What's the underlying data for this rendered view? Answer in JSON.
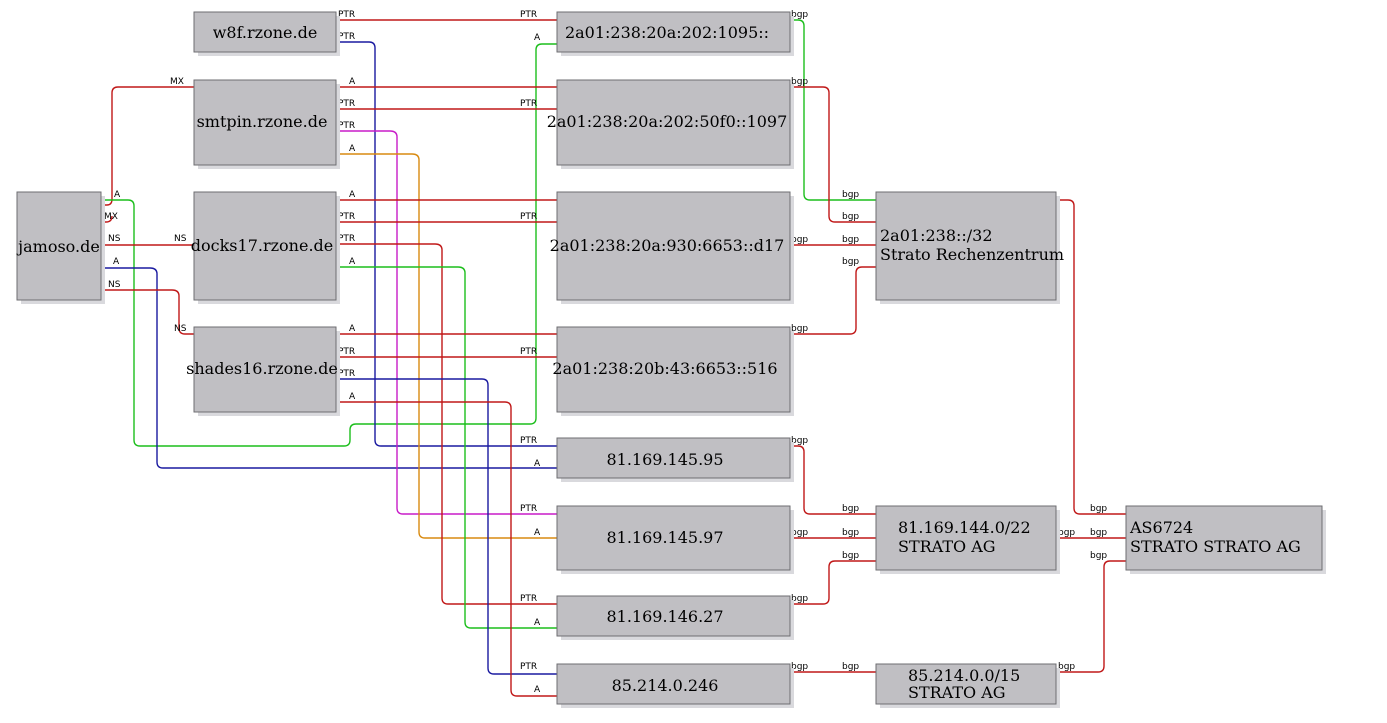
{
  "nodes": {
    "jamoso": "jamoso.de",
    "w8f": "w8f.rzone.de",
    "smtpin": "smtpin.rzone.de",
    "docks17": "docks17.rzone.de",
    "shades16": "shades16.rzone.de",
    "ip6_1095": "2a01:238:20a:202:1095::",
    "ip6_1097": "2a01:238:20a:202:50f0::1097",
    "ip6_d17": "2a01:238:20a:930:6653::d17",
    "ip6_516": "2a01:238:20b:43:6653::516",
    "ip4_95": "81.169.145.95",
    "ip4_97": "81.169.145.97",
    "ip4_27": "81.169.146.27",
    "ip4_246": "85.214.0.246",
    "net6_line1": "2a01:238::/32",
    "net6_line2": "Strato Rechenzentrum",
    "net81_line1": "81.169.144.0/22",
    "net81_line2": "STRATO AG",
    "net85_line1": "85.214.0.0/15",
    "net85_line2": "STRATO AG",
    "as_line1": "AS6724",
    "as_line2": "STRATO STRATO AG"
  },
  "labels": {
    "mx": "MX",
    "a": "A",
    "ns": "NS",
    "ptr": "PTR",
    "bgp": "bgp"
  },
  "colors": {
    "red": "#c01818",
    "blue": "#1a1aa0",
    "green": "#1cbe1c",
    "magenta": "#c81cc8",
    "orange": "#d88a10",
    "node_fill": "#c0bfc3"
  }
}
